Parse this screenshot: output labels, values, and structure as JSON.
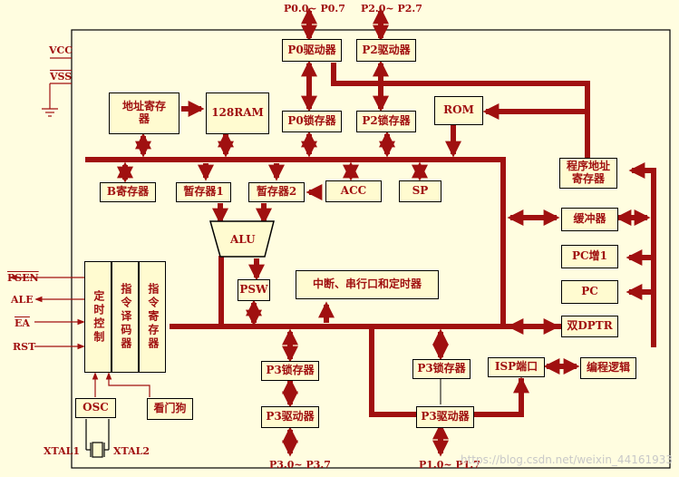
{
  "colors": {
    "bus": "#a01010",
    "text": "#a01010",
    "background": "#fffde0",
    "box_fill": "#fffbd0",
    "border": "#000000"
  },
  "pins": {
    "vcc": "VCC",
    "vss": "VSS",
    "psen": "PSEN",
    "ale": "ALE",
    "ea": "EA",
    "rst": "RST",
    "xtal1": "XTAL1",
    "xtal2": "XTAL2"
  },
  "ports": {
    "p0": "P0.0~ P0.7",
    "p2": "P2.0~ P2.7",
    "p3": "P3.0~ P3.7",
    "p1": "P1.0~ P1.7"
  },
  "blocks": {
    "p0_driver": "P0驱动器",
    "p2_driver": "P2驱动器",
    "p0_latch": "P0锁存器",
    "p2_latch": "P2锁存器",
    "addr_reg": "地址寄存器",
    "ram": "128RAM",
    "rom": "ROM",
    "pc_addr_reg": "程序地址寄存器",
    "b_reg": "B寄存器",
    "temp1": "暂存器1",
    "temp2": "暂存器2",
    "acc": "ACC",
    "sp": "SP",
    "buffer": "缓冲器",
    "pc_inc": "PC增1",
    "pc": "PC",
    "dptr": "双DPTR",
    "alu": "ALU",
    "psw": "PSW",
    "interrupt": "中断、串行口和定时器",
    "timing": "定时控制",
    "decoder": "指令译码器",
    "ir": "指令寄存器",
    "p3_latch": "P3锁存器",
    "p3_driver": "P3驱动器",
    "p1_latch": "P3锁存器",
    "p1_driver": "P3驱动器",
    "isp": "ISP端口",
    "prog_logic": "编程逻辑",
    "osc": "OSC",
    "watchdog": "看门狗"
  },
  "watermark": "https://blog.csdn.net/weixin_44161933"
}
